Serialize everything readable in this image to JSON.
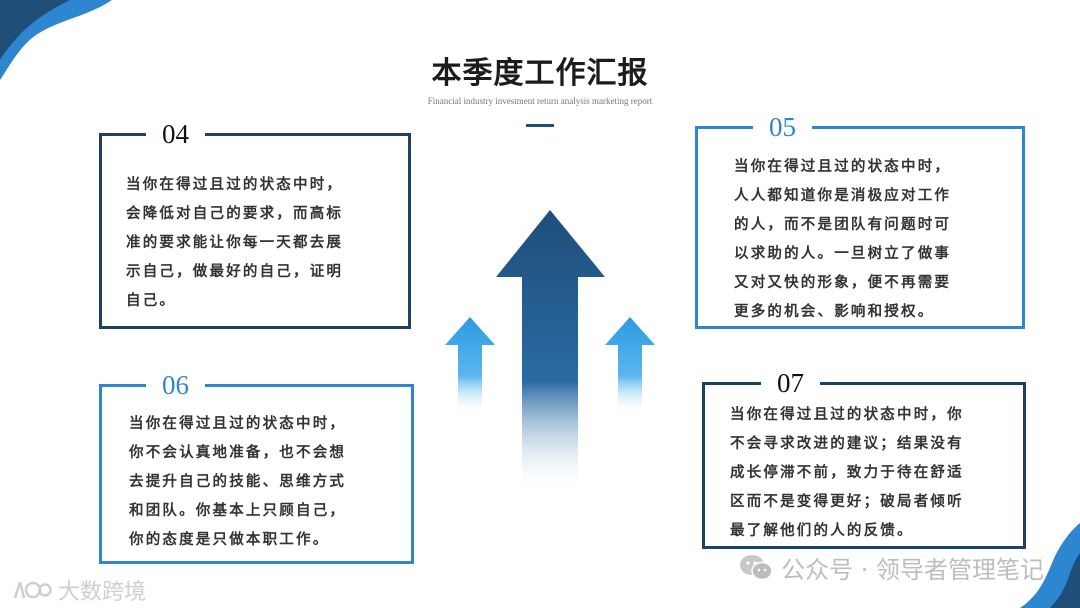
{
  "header": {
    "title": "本季度工作汇报",
    "subtitle": "Financial industry investment return analysis marketing report"
  },
  "cards": {
    "c04": {
      "number": "04",
      "text": "当你在得过且过的状态中时，\n会降低对自己的要求，而高标\n准的要求能让你每一天都去展\n示自己，做最好的自己，证明\n自己。"
    },
    "c05": {
      "number": "05",
      "text": "当你在得过且过的状态中时，\n人人都知道你是消极应对工作\n的人，而不是团队有问题时可\n以求助的人。一旦树立了做事\n又对又快的形象，便不再需要\n更多的机会、影响和授权。"
    },
    "c06": {
      "number": "06",
      "text": "当你在得过且过的状态中时，\n你不会认真地准备，也不会想\n去提升自己的技能、思维方式\n和团队。你基本上只顾自己，\n你的态度是只做本职工作。"
    },
    "c07": {
      "number": "07",
      "text": "当你在得过且过的状态中时，你\n不会寻求改进的建议；结果没有\n成长停滞不前，致力于待在舒适\n区而不是变得更好；破局者倾听\n最了解他们的人的反馈。"
    }
  },
  "watermarks": {
    "wechat": "公众号 · 领导者管理笔记",
    "source": "大数跨境"
  },
  "colors": {
    "dark_blue": "#1f3f66",
    "light_blue": "#2f86d0",
    "arrow_dark": "#1f4e79",
    "arrow_light": "#2b9be0"
  },
  "icons": {
    "wechat": "wechat-icon",
    "source_logo": "source-logo-icon"
  }
}
